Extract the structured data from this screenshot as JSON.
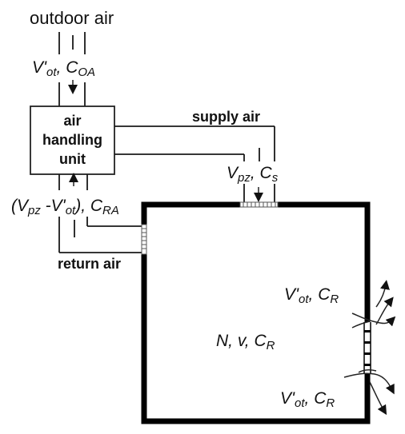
{
  "labels": {
    "outdoor_air": "outdoor air",
    "ahu_line1": "air",
    "ahu_line2": "handling",
    "ahu_line3": "unit",
    "supply_air": "supply air",
    "return_air": "return air"
  },
  "vars": {
    "oa_flow": "V'",
    "oa_flow_sub": "ot",
    "oa_sep": ", C",
    "oa_conc_sub": "OA",
    "sa_flow": "V",
    "sa_flow_sub": "pz",
    "sa_sep": ", C",
    "sa_conc_sub": "s",
    "ra_open": "(V",
    "ra_sub1": "pz",
    "ra_mid": " -V'",
    "ra_sub2": "ot",
    "ra_close": "), C",
    "ra_sub3": "RA",
    "ex1_flow": "V'",
    "ex1_sub": "ot",
    "ex1_sep": ", C",
    "ex1_conc_sub": "R",
    "ex2_flow": "V'",
    "ex2_sub": "ot",
    "ex2_sep": ", C",
    "ex2_conc_sub": "R",
    "room_n": "N, v, C",
    "room_sub": "R"
  }
}
